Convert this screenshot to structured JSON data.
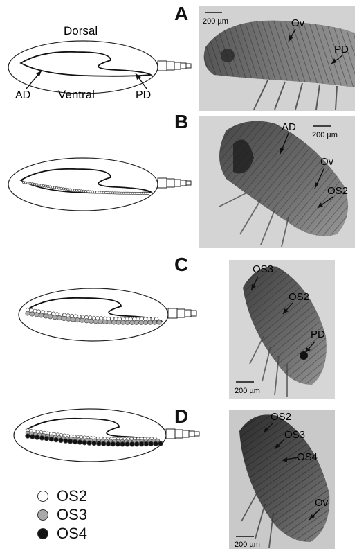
{
  "panels": {
    "a": {
      "letter": "A",
      "scale": "200 µm",
      "labels": {
        "ov": "Ov",
        "pd": "PD"
      }
    },
    "b": {
      "letter": "B",
      "scale": "200 µm",
      "labels": {
        "ad": "AD",
        "ov": "Ov",
        "os2": "OS2"
      }
    },
    "c": {
      "letter": "C",
      "scale": "200 µm",
      "labels": {
        "os3": "OS3",
        "os2": "OS2",
        "pd": "PD"
      }
    },
    "d": {
      "letter": "D",
      "scale": "200 µm",
      "labels": {
        "os2": "OS2",
        "os3": "OS3",
        "os4": "OS4",
        "ov": "Ov"
      }
    }
  },
  "schematic_a": {
    "dorsal": "Dorsal",
    "ventral": "Ventral",
    "ad": "AD",
    "pd": "PD"
  },
  "legend": [
    {
      "label": "OS2",
      "color": "#ffffff"
    },
    {
      "label": "OS3",
      "color": "#a9a9a9"
    },
    {
      "label": "OS4",
      "color": "#111111"
    }
  ],
  "colors": {
    "os2": "#ffffff",
    "os3": "#a9a9a9",
    "os4": "#111111",
    "photo_bg": "#c8c8c8",
    "body": "#555555"
  }
}
